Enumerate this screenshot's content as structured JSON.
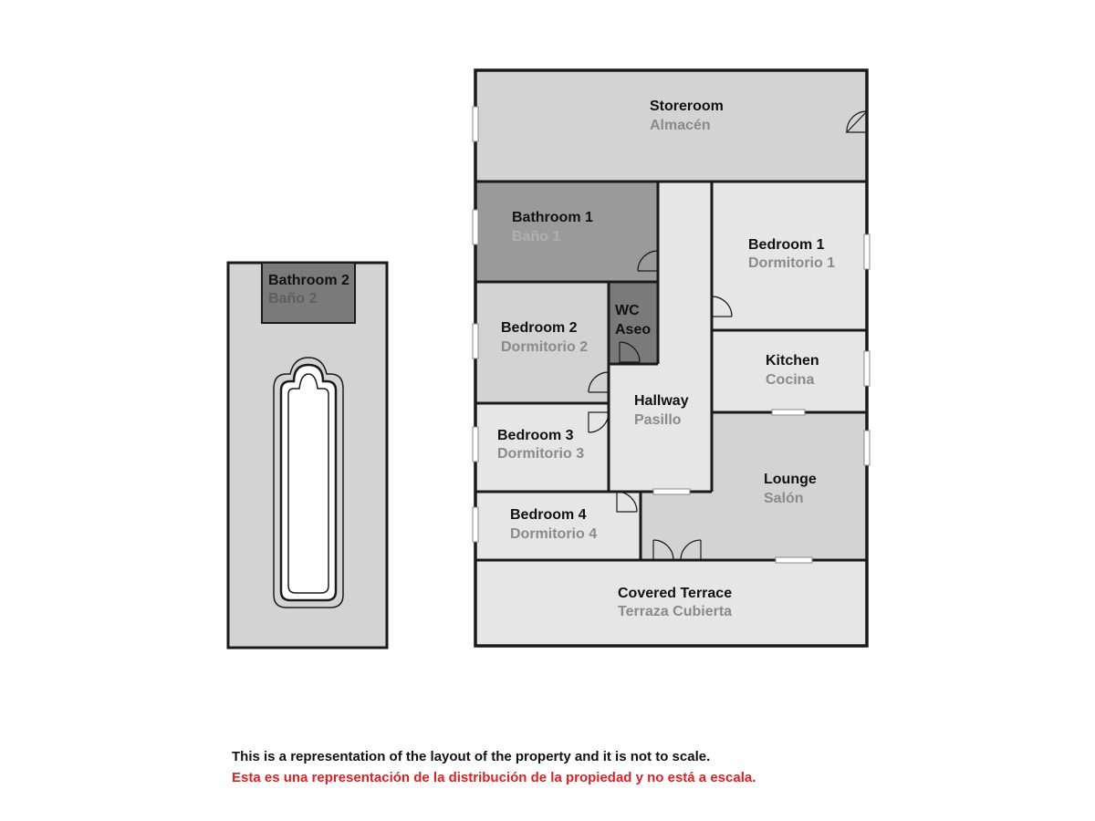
{
  "rooms": {
    "storeroom": {
      "en": "Storeroom",
      "es": "Almacén"
    },
    "bathroom1": {
      "en": "Bathroom 1",
      "es": "Baño 1"
    },
    "bathroom2": {
      "en": "Bathroom 2",
      "es": "Baño 2"
    },
    "bedroom1": {
      "en": "Bedroom 1",
      "es": "Dormitorio 1"
    },
    "bedroom2": {
      "en": "Bedroom 2",
      "es": "Dormitorio 2"
    },
    "bedroom3": {
      "en": "Bedroom 3",
      "es": "Dormitorio 3"
    },
    "bedroom4": {
      "en": "Bedroom 4",
      "es": "Dormitorio 4"
    },
    "wc": {
      "en": "WC",
      "es": "Aseo"
    },
    "kitchen": {
      "en": "Kitchen",
      "es": "Cocina"
    },
    "hallway": {
      "en": "Hallway",
      "es": "Pasillo"
    },
    "lounge": {
      "en": "Lounge",
      "es": "Salón"
    },
    "terrace": {
      "en": "Covered Terrace",
      "es": "Terraza Cubierta"
    }
  },
  "disclaimer": {
    "en": "This is a representation of the layout of the property and it is not to scale.",
    "es": "Esta es una representación de la distribución de la propiedad y no está a escala."
  },
  "colors": {
    "wall": "#1a1a1a",
    "room_light": "#e6e6e6",
    "room_mid": "#d3d3d3",
    "room_dark": "#9a9a9a",
    "room_darker": "#7a7a7a",
    "disclaimer_es": "#e02020"
  }
}
